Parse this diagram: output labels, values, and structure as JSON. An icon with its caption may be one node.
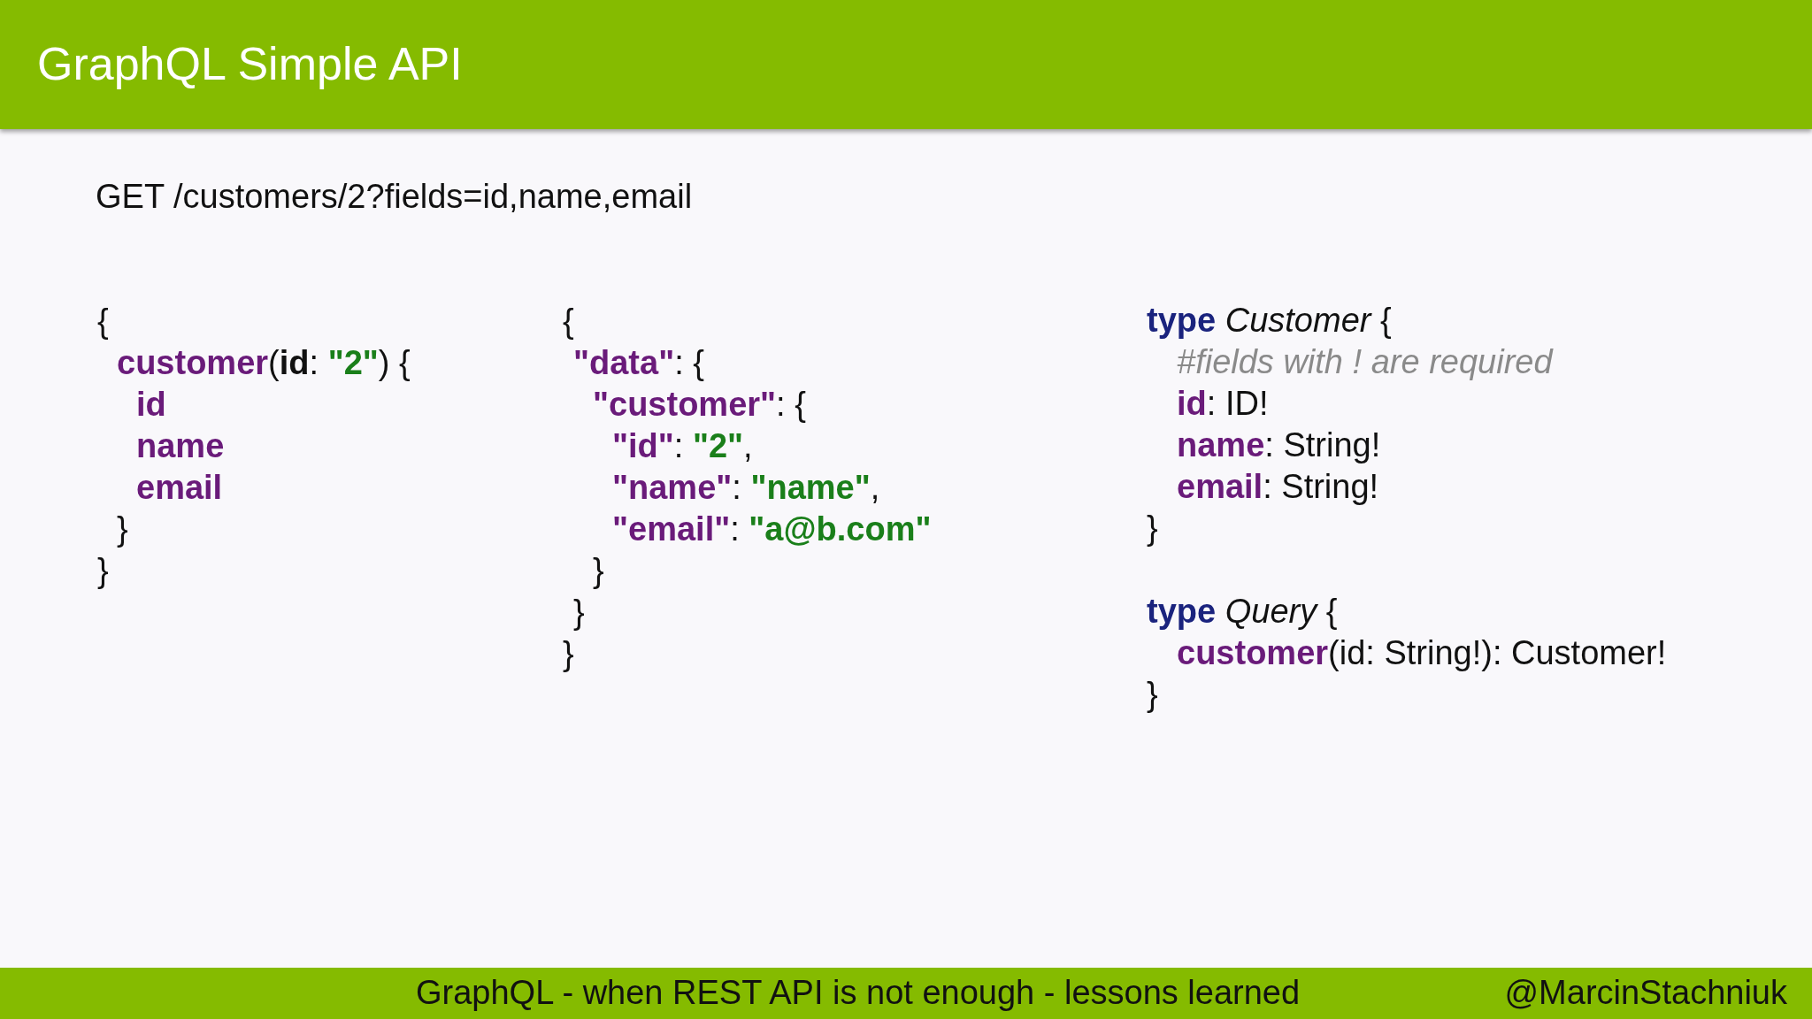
{
  "diagram": {
    "title": "GraphQL Simple API",
    "labels": [
      "GET /customers/2?fields=id,name,email",
      "{",
      "**customer**(**id**: **\"2\"**) {",
      "**id**",
      "**name**",
      "**email**",
      "}",
      "}",
      "{",
      "**\"data\"**: {",
      "**\"customer\"**: {",
      "**\"id\"**: **\"2\"**,",
      "**\"name\"**: **\"name\"**,",
      "**\"email\"**: **\"a@b.com\"**",
      "}",
      "}",
      "}",
      "**type** *Customer* {",
      "#fields with ! are required",
      "**id**: ID!",
      "**name**: String!",
      "**email**: String!",
      "}",
      "**type** *Query* {",
      "**customer**(id: String!): Customer!",
      "}",
      "GraphQL - when REST API is not enough - lessons learned",
      "@MarcinStachniuk"
    ]
  }
}
